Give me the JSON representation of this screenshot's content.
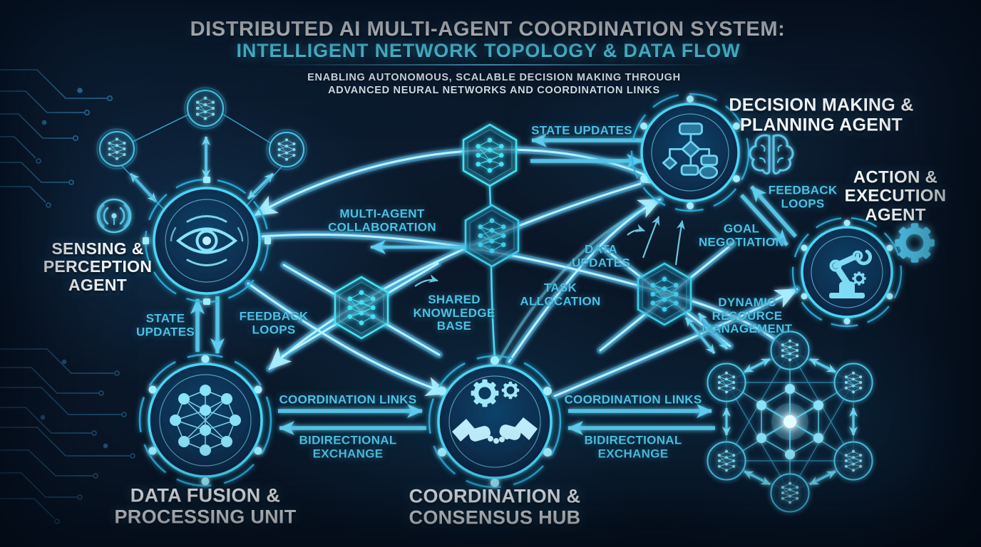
{
  "header": {
    "title": "DISTRIBUTED AI MULTI-AGENT COORDINATION SYSTEM:",
    "subtitle": "INTELLIGENT NETWORK TOPOLOGY & DATA FLOW",
    "tagline_line1": "ENABLING AUTONOMOUS, SCALABLE DECISION MAKING THROUGH",
    "tagline_line2": "ADVANCED NEURAL NETWORKS AND COORDINATION LINKS"
  },
  "agents": {
    "sensing": "SENSING & PERCEPTION AGENT",
    "decision": "DECISION MAKING & PLANNING AGENT",
    "action": "ACTION & EXECUTION AGENT",
    "fusion": "DATA FUSION & PROCESSING UNIT",
    "hub": "COORDINATION & CONSENSUS HUB"
  },
  "edge_labels": {
    "state_updates_top": "STATE UPDATES",
    "multi_agent_collaboration": "MULTI-AGENT COLLABORATION",
    "state_updates_left": "STATE UPDATES",
    "feedback_loops_left": "FEEDBACK LOOPS",
    "feedback_loops_right": "FEEDBACK LOOPS",
    "goal_negotiation": "GOAL NEGOTIATION",
    "data_updates": "DATA UPDATES",
    "task_allocation": "TASK ALLOCATION",
    "shared_knowledge_base": "SHARED KNOWLEDGE BASE",
    "coordination_links_left": "COORDINATION LINKS",
    "bidirectional_exchange_left": "BIDIRECTIONAL EXCHANGE",
    "coordination_links_right": "COORDINATION LINKS",
    "bidirectional_exchange_right": "BIDIRECTIONAL EXCHANGE",
    "dynamic_resource_management": "DYNAMIC RESOURCE MANAGEMENT"
  },
  "icons": {
    "sensing_node": "eye-icon",
    "sensing_side": "radar-icon",
    "decision_node": "flowchart-icon",
    "decision_side": "brain-icon",
    "action_node": "robot-arm-icon",
    "action_side": "gear-icon",
    "fusion_node": "network-graph-icon",
    "hub_node": "handshake-icon",
    "relay_nodes": "neural-hexagon-icon",
    "mesh": "mesh-network-icon",
    "background_left": "circuit-traces"
  },
  "colors": {
    "background": "#0a1728",
    "accent_cyan": "#4cc2e6",
    "neon_core": "#35d8f8",
    "neon_bright": "#bff6ff",
    "beam_mid": "#2bb3e8",
    "white_text": "#f4f8fb"
  }
}
